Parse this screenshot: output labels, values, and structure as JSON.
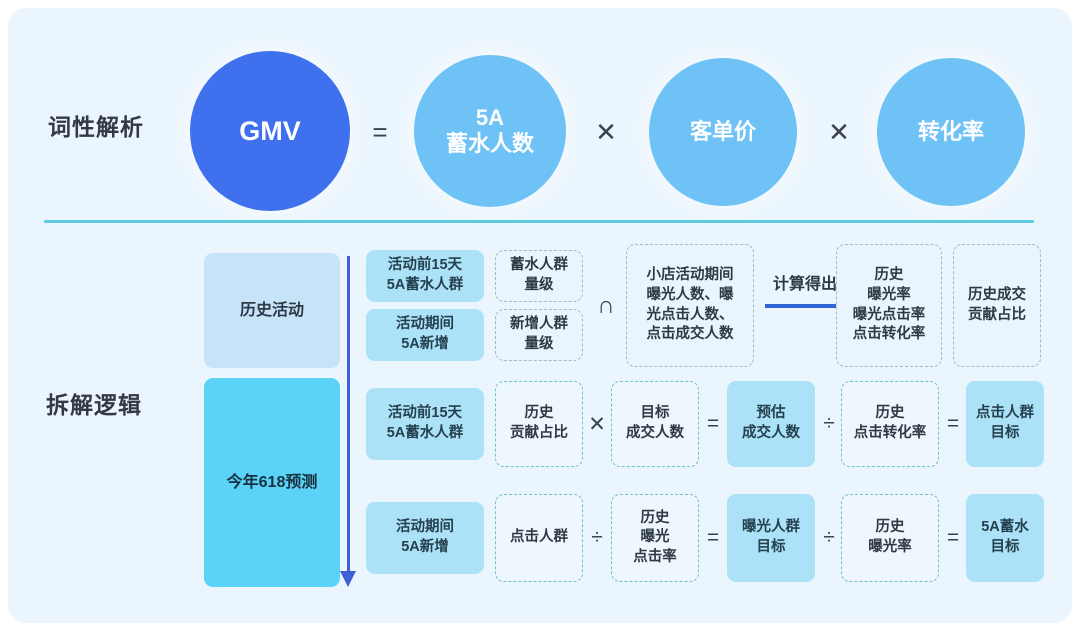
{
  "sections": {
    "parse": {
      "label": "词性解析"
    },
    "logic": {
      "label": "拆解逻辑"
    }
  },
  "formula": {
    "circles": [
      {
        "name": "gmv",
        "text": "GMV",
        "color": "#3f70ee"
      },
      {
        "name": "reservoir-population",
        "text": "5A\n蓄水人数",
        "color": "#6ec2f5"
      },
      {
        "name": "average-order-value",
        "text": "客单价",
        "color": "#6ec2f5"
      },
      {
        "name": "conversion-rate",
        "text": "转化率",
        "color": "#6ec2f5"
      }
    ],
    "operators": [
      {
        "name": "equals",
        "symbol": "="
      },
      {
        "name": "multiply-1",
        "symbol": "✕"
      },
      {
        "name": "multiply-2",
        "symbol": "✕"
      }
    ]
  },
  "decomposition": {
    "row_headers": [
      {
        "name": "historical-activity",
        "text": "历史活动"
      },
      {
        "name": "this-year-618-forecast",
        "text": "今年618预测"
      }
    ],
    "arrow_down_name": "downward-flow-arrow",
    "calc_arrow": {
      "label": "计算得出",
      "name": "calculate-result-arrow"
    },
    "row1": {
      "sources": [
        {
          "text": "活动前15天\n5A蓄水人群"
        },
        {
          "text": "活动期间\n5A新增"
        }
      ],
      "magnitudes": [
        {
          "text": "蓄水人群\n量级"
        },
        {
          "text": "新增人群\n量级"
        }
      ],
      "intersect_symbol": "∩",
      "shop_metrics": {
        "text": "小店活动期间\n曝光人数、曝\n光点击人数、\n点击成交人数"
      },
      "historical_rates": {
        "text": "历史\n曝光率\n曝光点击率\n点击转化率"
      },
      "historical_share": {
        "text": "历史成交\n贡献占比"
      }
    },
    "row2": {
      "source": {
        "text": "活动前15天\n5A蓄水人群"
      },
      "items": [
        {
          "text": "历史\n贡献占比",
          "style": "dash-teal"
        },
        {
          "text": "目标\n成交人数",
          "style": "dash-teal"
        },
        {
          "text": "预估\n成交人数",
          "style": "fill-blue"
        },
        {
          "text": "历史\n点击转化率",
          "style": "dash-teal"
        },
        {
          "text": "点击人群\n目标",
          "style": "fill-blue"
        }
      ],
      "operators": [
        "✕",
        "=",
        "÷",
        "="
      ]
    },
    "row3": {
      "source": {
        "text": "活动期间\n5A新增"
      },
      "items": [
        {
          "text": "点击人群",
          "style": "dash-teal"
        },
        {
          "text": "历史\n曝光\n点击率",
          "style": "dash-teal"
        },
        {
          "text": "曝光人群\n目标",
          "style": "fill-blue"
        },
        {
          "text": "历史\n曝光率",
          "style": "dash-teal"
        },
        {
          "text": "5A蓄水\n目标",
          "style": "fill-blue"
        }
      ],
      "operators": [
        "÷",
        "=",
        "÷",
        "="
      ]
    }
  },
  "colors": {
    "canvas_bg": "#eaf5fd",
    "accent_dark_blue": "#3f70ee",
    "accent_light_blue": "#6ec2f5",
    "divider_teal": "#5ecadf",
    "arrow_blue": "#3f5fd6",
    "cyan_block": "#5bd2f8",
    "pale_block": "#c6e3f8",
    "fill_blue_block": "#abe2f7"
  }
}
